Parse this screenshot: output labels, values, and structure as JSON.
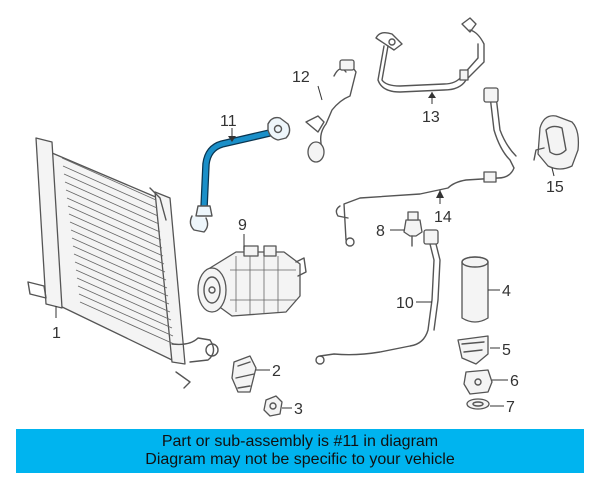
{
  "banner": {
    "line1": "Part or sub-assembly is #11 in diagram",
    "line2": "Diagram may not be specific to your vehicle",
    "background": "#00b4ef"
  },
  "highlight_color": "#1a8fc8",
  "highlighted_part": "11",
  "callouts": [
    {
      "id": "1",
      "label": "1"
    },
    {
      "id": "2",
      "label": "2"
    },
    {
      "id": "3",
      "label": "3"
    },
    {
      "id": "4",
      "label": "4"
    },
    {
      "id": "5",
      "label": "5"
    },
    {
      "id": "6",
      "label": "6"
    },
    {
      "id": "7",
      "label": "7"
    },
    {
      "id": "8",
      "label": "8"
    },
    {
      "id": "9",
      "label": "9"
    },
    {
      "id": "10",
      "label": "10"
    },
    {
      "id": "11",
      "label": "11"
    },
    {
      "id": "12",
      "label": "12"
    },
    {
      "id": "13",
      "label": "13"
    },
    {
      "id": "14",
      "label": "14"
    },
    {
      "id": "15",
      "label": "15"
    }
  ]
}
